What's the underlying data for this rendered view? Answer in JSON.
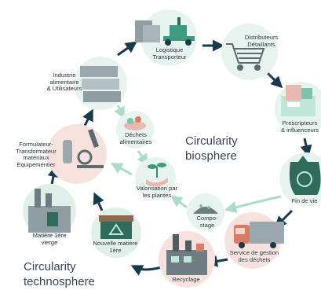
{
  "colors": {
    "outer_arrow": "#173b4a",
    "inner_arrow": "#a9dcc9",
    "circle_green": "#dff0e8",
    "circle_pink": "#f7e1dc",
    "accent_green": "#2f8f77",
    "text": "#1f2a33"
  },
  "nodes": {
    "logistique": {
      "label": "Logistique\nTransporteur",
      "icon": "forklift-icon"
    },
    "distributeurs": {
      "label": "Distributeurs\nDétaillants",
      "icon": "shopping-cart-icon"
    },
    "prescripteurs": {
      "label": "Prescripteurs\n& influenceurs",
      "icon": "products-box-icon"
    },
    "fin_de_vie": {
      "label": "Fin de vie",
      "icon": "trash-bag-icon"
    },
    "service_gestion": {
      "label": "Service de gestion\ndes déchets",
      "icon": "garbage-truck-icon"
    },
    "recyclage": {
      "label": "Recyclage",
      "icon": "recycling-plant-icon"
    },
    "nouvelle_matiere": {
      "label": "Nouvelle matière\n1ère",
      "icon": "recycled-bin-icon"
    },
    "matiere_vierge": {
      "label": "Matière 1ère\nvierge",
      "icon": "factory-icon"
    },
    "formulateur": {
      "label": "Formulateur-\nTransformateur\nmatériaux\nEquipementier",
      "icon": "microscope-icon"
    },
    "industrie": {
      "label": "Industrie\nalimentaire\n& Utilisateurs",
      "icon": "food-containers-icon"
    },
    "dechets_alimentaires": {
      "label": "Déchets\nalimentaires",
      "icon": "food-waste-icon"
    },
    "valorisation": {
      "label": "Valorisation par\nles plantes",
      "icon": "hand-plant-icon"
    },
    "compostage": {
      "label": "Compo-\nstage",
      "icon": "compost-heap-icon"
    }
  },
  "annotations": {
    "biosphere": "Circularity\nbiosphere",
    "technosphere": "Circularity\ntechnosphere"
  }
}
